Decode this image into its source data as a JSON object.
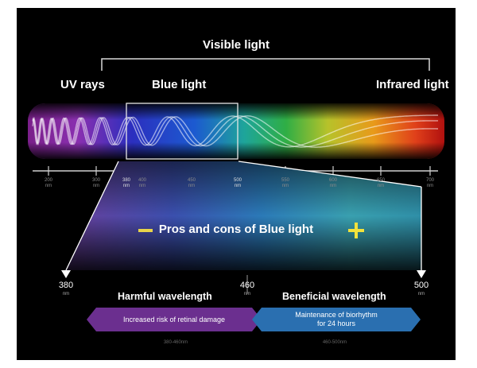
{
  "title": "Visible light",
  "labels": {
    "uv": "UV rays",
    "blue": "Blue light",
    "infrared": "Infrared light"
  },
  "scale_ticks": [
    "200",
    "300",
    "380",
    "400",
    "450",
    "500",
    "550",
    "600",
    "650",
    "700"
  ],
  "scale_unit": "nm",
  "zoom": {
    "left_value": "380",
    "right_value": "500",
    "mid_value": "460",
    "unit": "nm",
    "heading": "Pros and cons of Blue light",
    "minus_symbol": "—",
    "plus_symbol": "+"
  },
  "harmful": {
    "title": "Harmful wavelength",
    "description": "Increased risk of retinal damage",
    "range": "380-460nm"
  },
  "beneficial": {
    "title": "Beneficial wavelength",
    "description_line1": "Maintenance of biorhythm",
    "description_line2": "for 24 hours",
    "range": "460-500nm"
  },
  "colors": {
    "background": "#000000",
    "minus": "#e8d44a",
    "plus": "#f2e23c",
    "harmful_arrow": "#6b2f8f",
    "beneficial_arrow": "#2a6fb0"
  }
}
